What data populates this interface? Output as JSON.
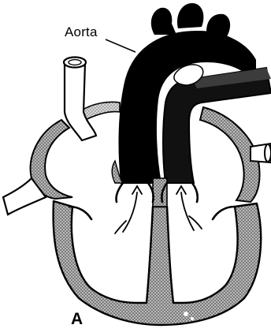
{
  "labels": {
    "aorta": "Aorta",
    "panel": "A"
  },
  "colors": {
    "ink": "#000000",
    "paper": "#ffffff",
    "stipple_dot": "#1a1a1a"
  },
  "structures": [
    "aorta",
    "pulmonary-artery",
    "aortic-arch-branches",
    "superior-vena-cava",
    "pulmonary-vein",
    "interventricular-septum",
    "ventricular-wall",
    "atrial-wall",
    "atrioventricular-valve",
    "blood-flow-arrows"
  ]
}
